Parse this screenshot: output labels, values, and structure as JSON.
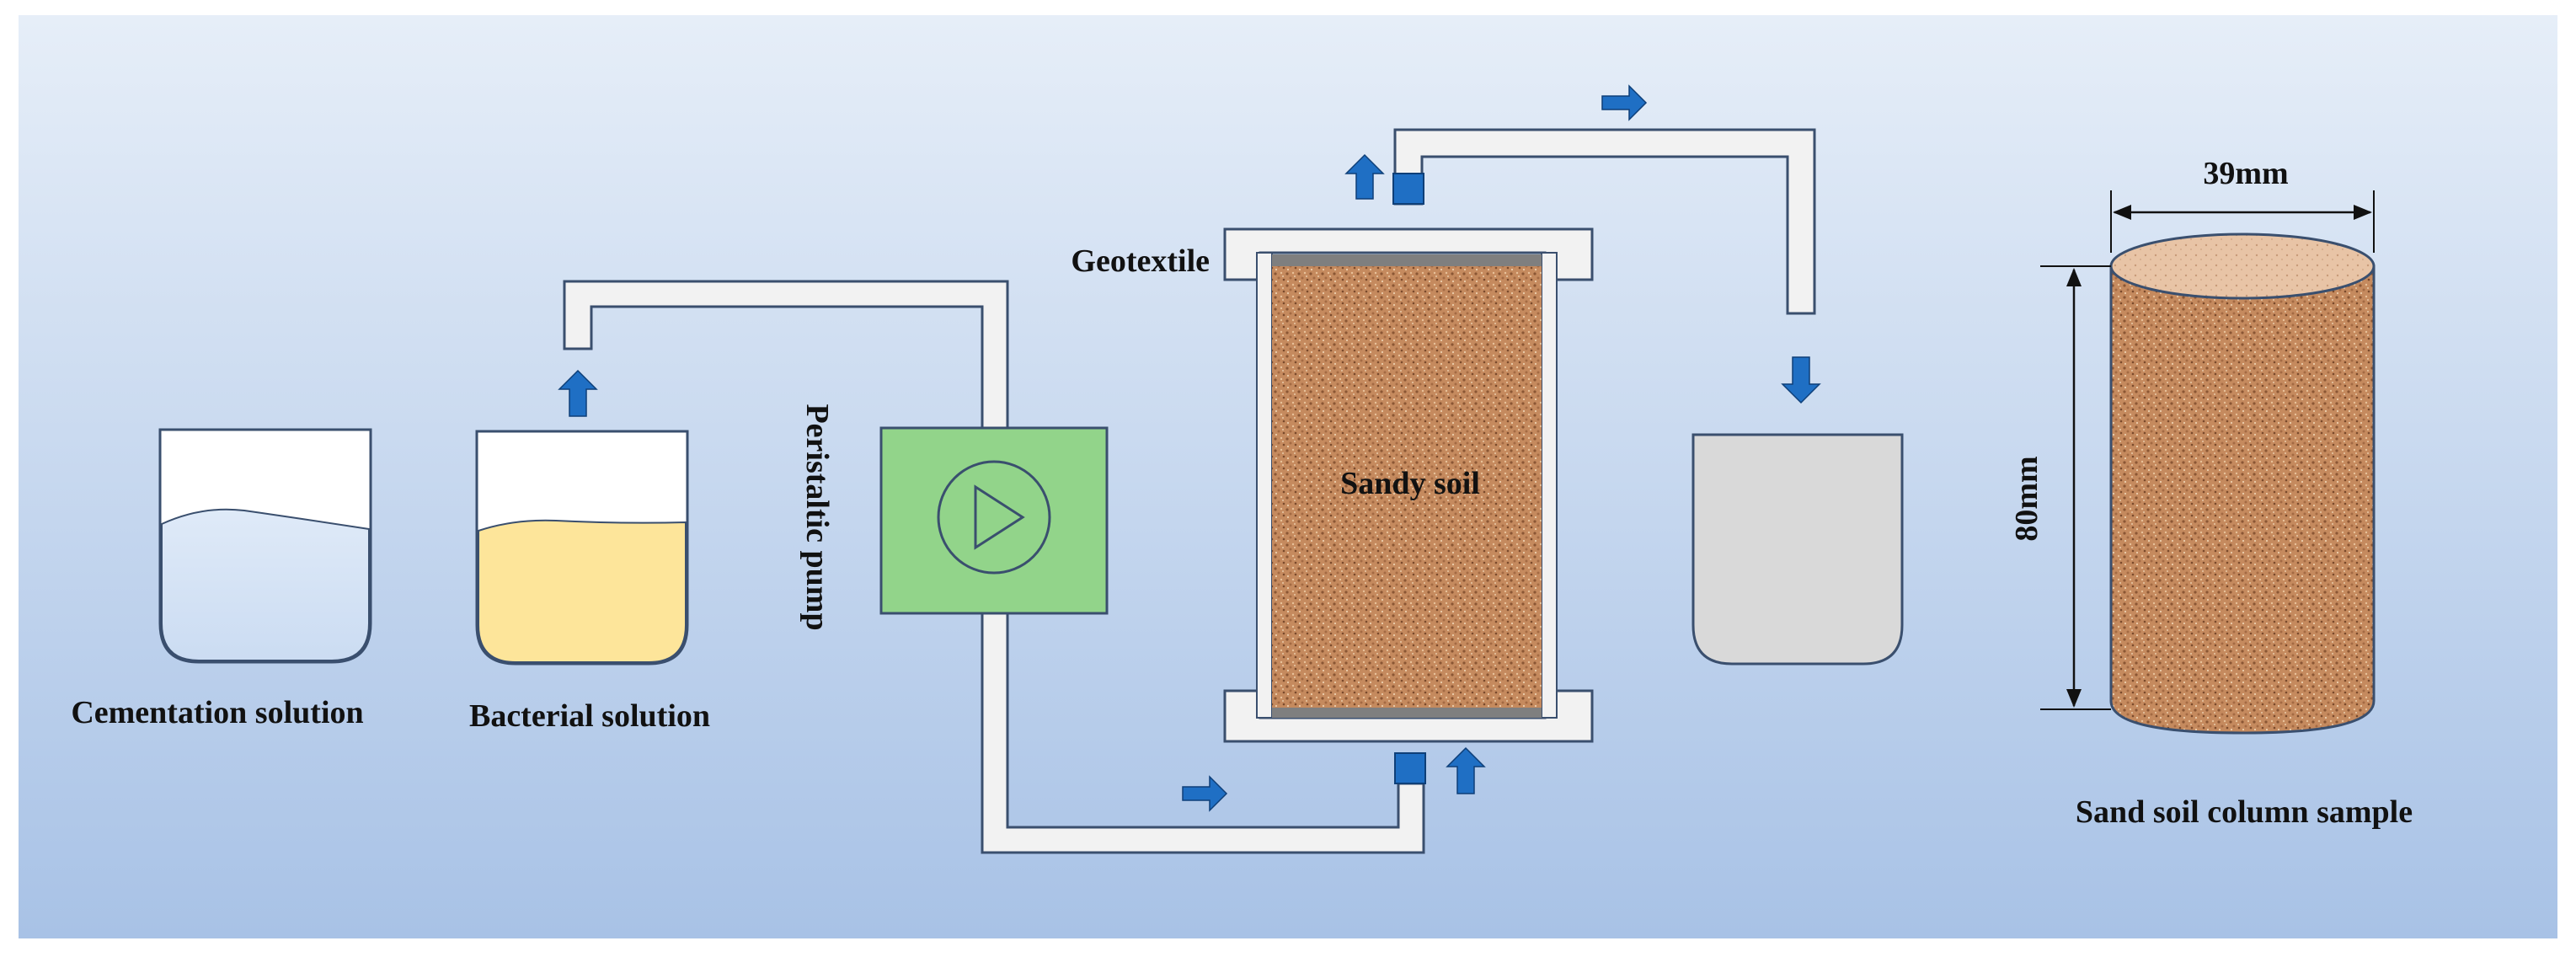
{
  "labels": {
    "cementation": "Cementation solution",
    "bacterial": "Bacterial solution",
    "pump": "Peristaltic pump",
    "geotextile": "Geotextile",
    "sandy_soil": "Sandy soil",
    "sample": "Sand soil column sample",
    "diameter": "39mm",
    "height": "80mm"
  },
  "colors": {
    "background_top": "#e6eef8",
    "background_bottom": "#a8c2e6",
    "cementation_liquid": "#d2e3f7",
    "bacterial_liquid": "#fde59a",
    "pump_body": "#92d48a",
    "pipe": "#f2f2f2",
    "connector": "#1f6fc4",
    "arrow": "#1f6fc4",
    "soil": "#c58a5e",
    "collector": "#d9d9d9",
    "geotextile": "#7f7f7f"
  },
  "icons": {
    "pump": "play-triangle-in-circle",
    "flow": "block-arrow"
  }
}
